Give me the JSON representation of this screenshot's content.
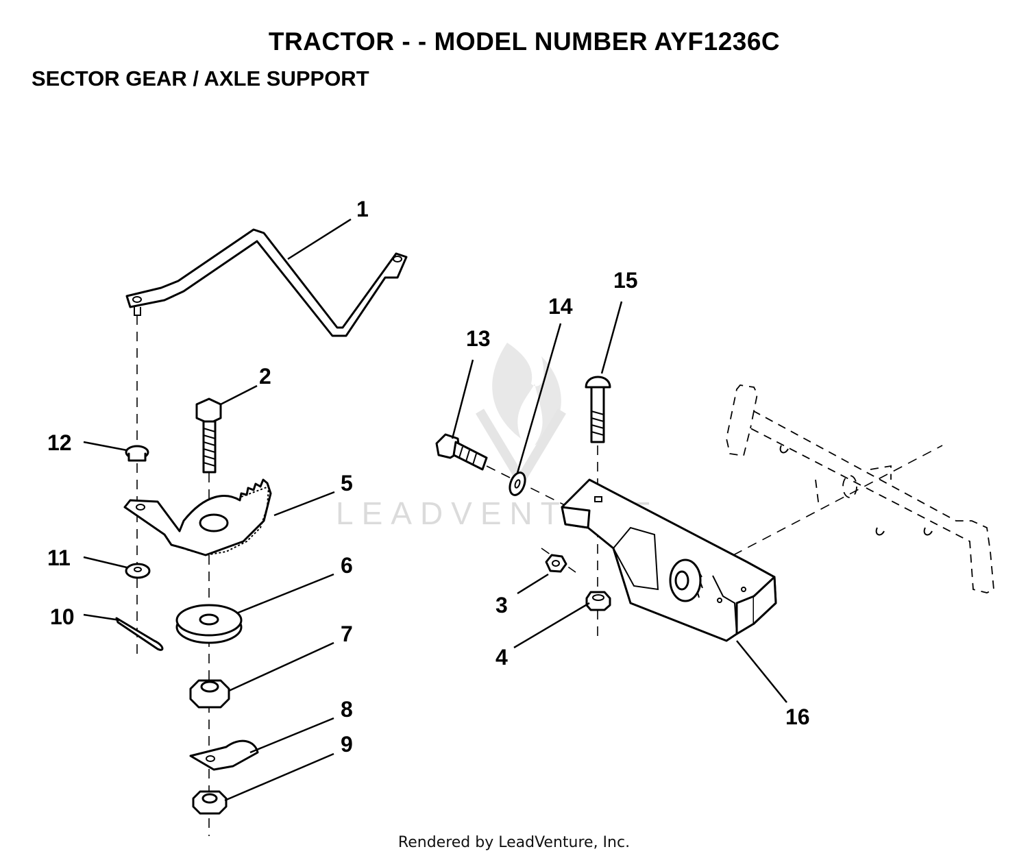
{
  "header": {
    "title": "TRACTOR - - MODEL NUMBER AYF1236C",
    "subtitle": "SECTOR GEAR / AXLE SUPPORT"
  },
  "watermark": {
    "text": "LEADVENTURE"
  },
  "footer": {
    "text": "Rendered by LeadVenture, Inc."
  },
  "callouts": {
    "c1": "1",
    "c2": "2",
    "c3": "3",
    "c4": "4",
    "c5": "5",
    "c6": "6",
    "c7": "7",
    "c8": "8",
    "c9": "9",
    "c10": "10",
    "c11": "11",
    "c12": "12",
    "c13": "13",
    "c14": "14",
    "c15": "15",
    "c16": "16"
  }
}
